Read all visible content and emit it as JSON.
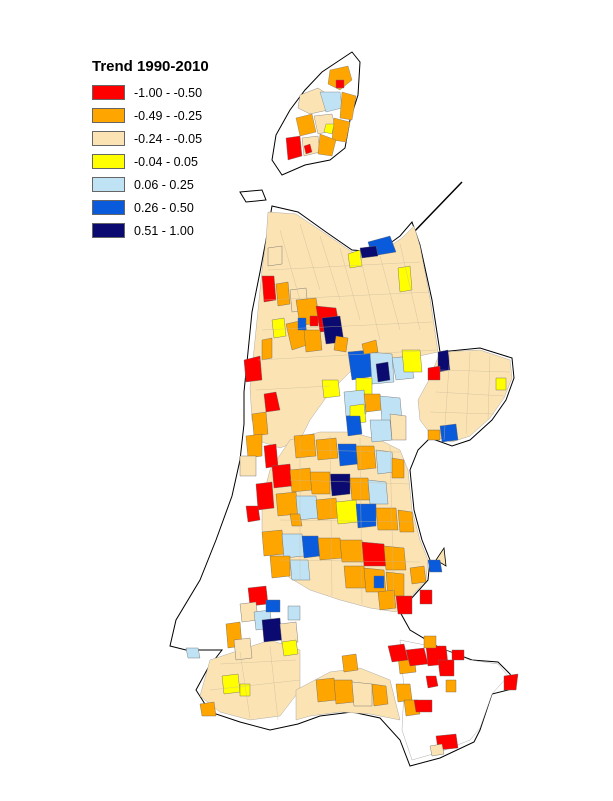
{
  "legend": {
    "title": "Trend 1990-2010",
    "items": [
      {
        "label": "-1.00 - -0.50",
        "color": "#ff0000"
      },
      {
        "label": "-0.49 - -0.25",
        "color": "#ffa500"
      },
      {
        "label": "-0.24 - -0.05",
        "color": "#fbe3b4"
      },
      {
        "label": "-0.04 - 0.05",
        "color": "#ffff00"
      },
      {
        "label": "0.06 - 0.25",
        "color": "#bfe3f5"
      },
      {
        "label": "0.26 - 0.50",
        "color": "#0a5bdc"
      },
      {
        "label": "0.51 - 1.00",
        "color": "#0a0a70"
      }
    ]
  }
}
